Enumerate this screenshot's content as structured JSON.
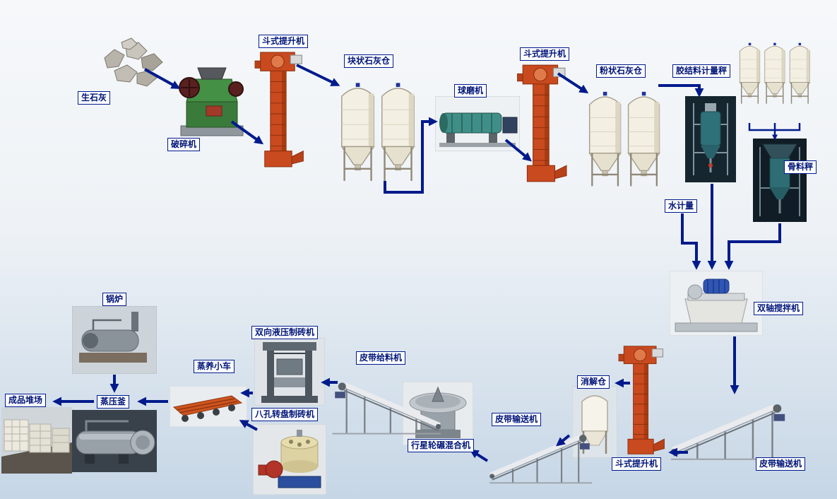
{
  "diagram_title": "",
  "equipment_labels": {
    "quicklime": "生石灰",
    "crusher": "破碎机",
    "bucket_elevator_1": "斗式提升机",
    "lump_lime_silo": "块状石灰仓",
    "ball_mill": "球磨机",
    "bucket_elevator_2": "斗式提升机",
    "powder_lime_silo": "粉状石灰仓",
    "binder_metering_scale": "胶结料计量秤",
    "aggregate_scale": "骨料秤",
    "water_metering": "水计量",
    "double_shaft_mixer": "双轴搅拌机",
    "belt_conveyor_right": "皮带输送机",
    "bucket_elevator_3": "斗式提升机",
    "digestion_silo": "消解仓",
    "belt_conveyor_mid": "皮带输送机",
    "planetary_wheel_mixer": "行星轮碾混合机",
    "belt_feeder": "皮带给料机",
    "hydraulic_brick_machine": "双向液压制砖机",
    "rotary_brick_machine": "八孔转盘制砖机",
    "steam_curing_trolley": "蒸养小车",
    "autoclave": "蒸压釜",
    "boiler": "锅炉",
    "product_yard": "成品堆场"
  },
  "colors": {
    "arrow": "#001a8c",
    "label_border": "#001a8c",
    "label_text": "#001478",
    "label_bg": "#fdfeff",
    "background_top": "#f6f8fa",
    "background_bottom": "#c6d6e6",
    "elevator_red": "#c94a1e",
    "silo_body": "#f3efe2",
    "crusher_green": "#449044"
  }
}
